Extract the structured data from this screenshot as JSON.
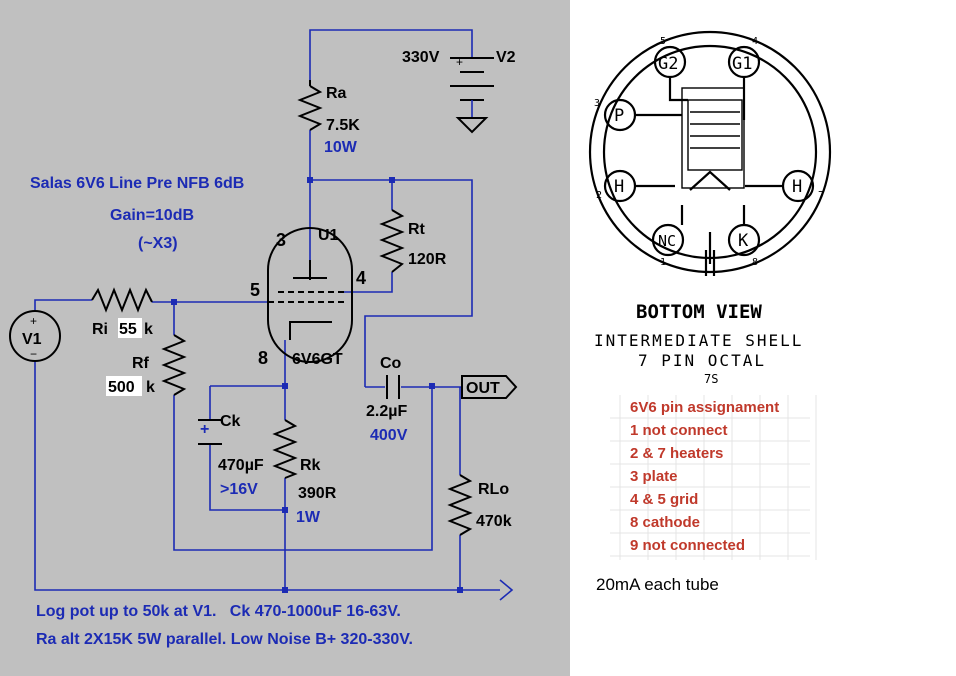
{
  "schematic": {
    "title": "Salas 6V6 Line Pre NFB 6dB",
    "gain": "Gain=10dB",
    "gain_factor": "(~X3)",
    "components": {
      "v2": {
        "name": "V2",
        "value": "330V",
        "plus": "+"
      },
      "ra": {
        "name": "Ra",
        "value": "7.5K",
        "power": "10W"
      },
      "rt": {
        "name": "Rt",
        "value": "120R"
      },
      "u1": {
        "name": "U1",
        "type": "6V6GT"
      },
      "ri": {
        "name": "Ri",
        "value": "55",
        "unit": "k"
      },
      "rf": {
        "name": "Rf",
        "value": "500",
        "unit": "k"
      },
      "v1": {
        "name": "V1",
        "plus": "+",
        "minus": "−"
      },
      "co": {
        "name": "Co",
        "value": "2.2µF",
        "voltage": "400V"
      },
      "ck": {
        "name": "Ck",
        "value": "470µF",
        "voltage": ">16V",
        "plus": "+"
      },
      "rk": {
        "name": "Rk",
        "value": "390R",
        "power": "1W"
      },
      "rlo": {
        "name": "RLo",
        "value": "470k"
      }
    },
    "pins": {
      "plate": "3",
      "grid1": "5",
      "grid2": "4",
      "cathode": "8"
    },
    "out_label": "OUT",
    "notes": [
      "Log pot up to 50k at V1.   Ck 470-1000uF 16-63V.",
      "Ra alt 2X15K 5W parallel. Low Noise B+ 320-330V."
    ]
  },
  "pinout": {
    "socket_pins": [
      {
        "num": "5",
        "label": "G2"
      },
      {
        "num": "4",
        "label": "G1"
      },
      {
        "num": "3",
        "label": "P"
      },
      {
        "num": "2",
        "label": "H"
      },
      {
        "num": "7",
        "label": "H"
      },
      {
        "num": "1",
        "label": "NC"
      },
      {
        "num": "8",
        "label": "K"
      }
    ],
    "view_title": "BOTTOM VIEW",
    "shell": "INTERMEDIATE SHELL",
    "base": "7 PIN OCTAL",
    "code": "7S",
    "assignment_title": "6V6 pin assignament",
    "assignments": [
      "1 not connect",
      "2 & 7 heaters",
      "3 plate",
      "4 & 5 grid",
      "8 cathode",
      "9 not connected"
    ],
    "current_note": "20mA each tube"
  },
  "colors": {
    "schematic_bg": "#c0c0c0",
    "wire": "#1c2bb4",
    "assignment_text": "#c0392b"
  }
}
